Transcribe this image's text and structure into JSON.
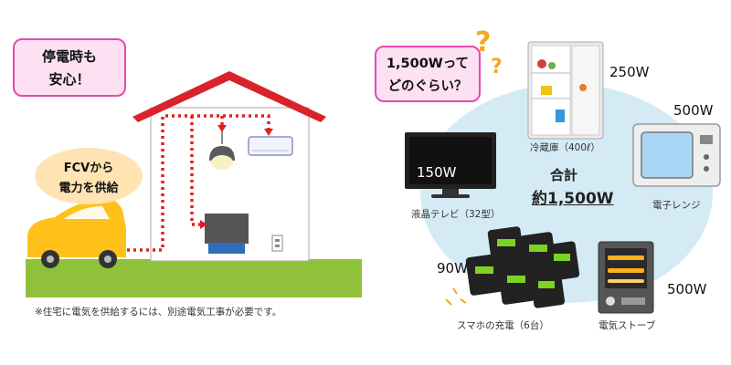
{
  "left_panel": {
    "callout": {
      "line1": "停電時も",
      "line2": "安心！"
    },
    "car_bubble": {
      "line1": "FCVから",
      "line2": "電力を供給"
    },
    "footnote": "※住宅に電気を供給するには、別途電気工事が必要です。"
  },
  "right_panel": {
    "question": {
      "line1": "1,500Wって",
      "line2": "どのぐらい？"
    },
    "total": {
      "label": "合計",
      "value": "約1,500W"
    },
    "appliances": [
      {
        "name": "冷蔵庫（400ℓ）",
        "watt": "250W"
      },
      {
        "name": "電子レンジ",
        "watt": "500W"
      },
      {
        "name": "液晶テレビ（32型）",
        "watt": "150W"
      },
      {
        "name": "スマホの充電（6台）",
        "watt": "90W"
      },
      {
        "name": "電気ストーブ",
        "watt": "500W"
      }
    ]
  },
  "colors": {
    "roof": "#d8232a",
    "power_line": "#e02020",
    "car": "#ffc21a",
    "ground": "#8fc23a",
    "callout_border": "#e64ab0",
    "callout_fill": "#fde0f2",
    "circle": "#d4ebf6",
    "question_mark": "#f5a623"
  }
}
